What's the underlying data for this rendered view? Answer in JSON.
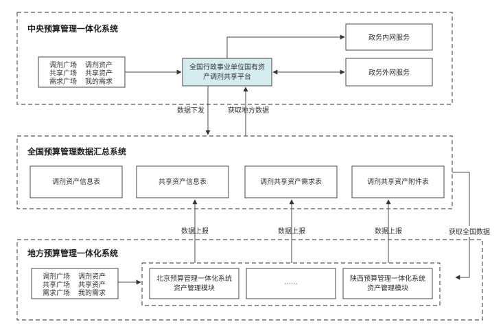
{
  "central": {
    "title": "中央预算管理一体化系统",
    "menu": [
      [
        "调剂广场",
        "调剂资产"
      ],
      [
        "共享广场",
        "共享资产"
      ],
      [
        "需求广场",
        "我的需求"
      ]
    ],
    "platform": [
      "全国行政事业单位国有资",
      "产调剂共享平台"
    ],
    "intranet": "政务内网服务",
    "extranet": "政务外网服务"
  },
  "flows": {
    "data_down": "数据下发",
    "get_local": "获取地方数据",
    "report": "数据上报",
    "get_national": "获取全国数据"
  },
  "national": {
    "title": "全国预算管理数据汇总系统",
    "tables": [
      "调剂资产信息表",
      "共享资产信息表",
      "调剂共享资产需求表",
      "调剂共享资产附件表"
    ]
  },
  "local": {
    "title": "地方预算管理一体化系统",
    "menu": [
      [
        "调剂广场",
        "调剂资产"
      ],
      [
        "共享广场",
        "共享资产"
      ],
      [
        "需求广场",
        "我的需求"
      ]
    ],
    "modules": [
      [
        "北京预算管理一体化系统",
        "资产管理模块"
      ],
      [
        "......"
      ],
      [
        "陕西预算管理一体化系统",
        "资产管理模块"
      ]
    ]
  },
  "colors": {
    "platform_fill": "#d5ecee",
    "line": "#444444",
    "dash": "#555555"
  }
}
